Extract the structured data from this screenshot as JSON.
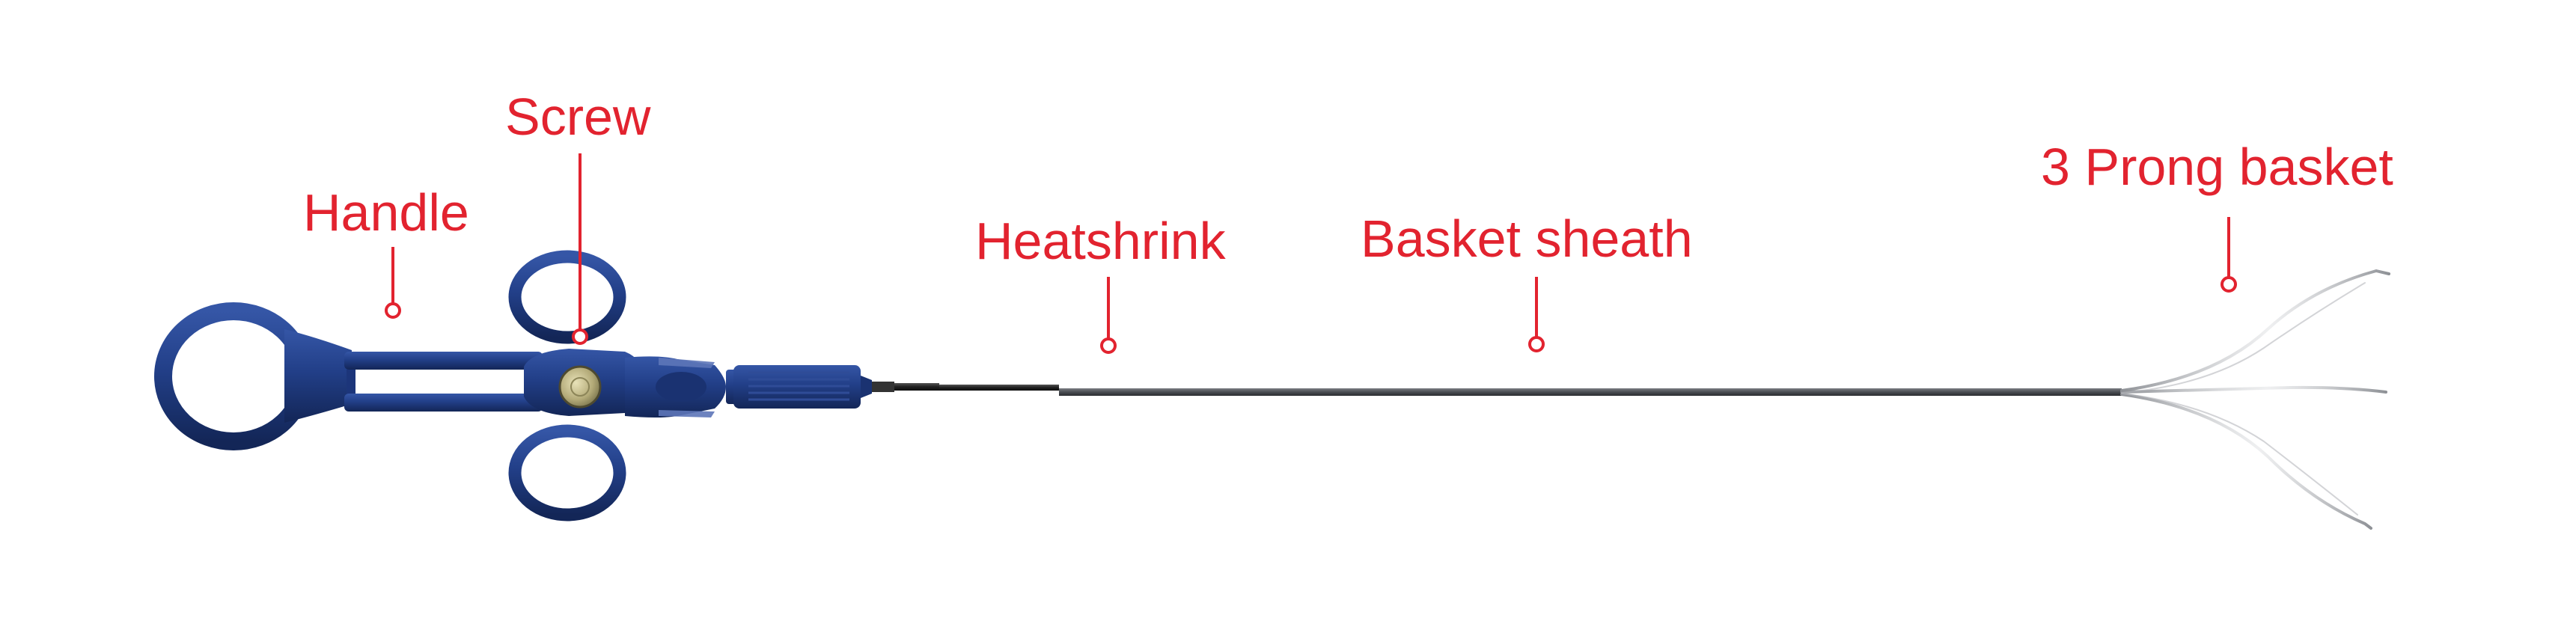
{
  "labels": {
    "handle": "Handle",
    "screw": "Screw",
    "heatshrink": "Heatshrink",
    "basket_sheath": "Basket sheath",
    "prong_basket": "3 Prong basket"
  },
  "colors": {
    "label_red": "#e2232f",
    "handle_blue": "#1f3d84",
    "handle_dark": "#152c63",
    "sheath_gray": "#4a4d52",
    "wire_gray": "#9a9da2"
  }
}
